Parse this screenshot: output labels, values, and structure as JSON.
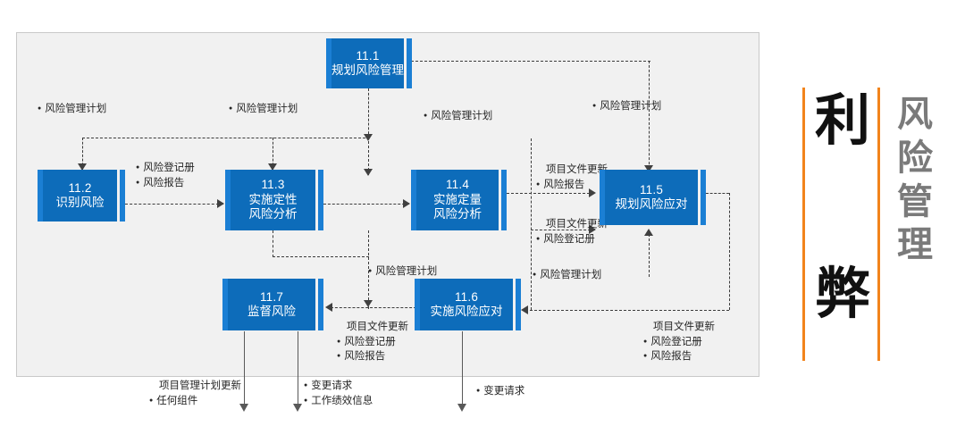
{
  "diagram": {
    "title_hidden": "",
    "boxes": [
      {
        "id": "11.1",
        "num": "11.1",
        "name": "规划风险管理"
      },
      {
        "id": "11.2",
        "num": "11.2",
        "name": "识别风险"
      },
      {
        "id": "11.3",
        "num": "11.3",
        "name": "实施定性",
        "name2": "风险分析"
      },
      {
        "id": "11.4",
        "num": "11.4",
        "name": "实施定量",
        "name2": "风险分析"
      },
      {
        "id": "11.5",
        "num": "11.5",
        "name": "规划风险应对"
      },
      {
        "id": "11.6",
        "num": "11.6",
        "name": "实施风险应对"
      },
      {
        "id": "11.7",
        "num": "11.7",
        "name": "监督风险"
      }
    ],
    "labels": {
      "plan_top_1": "风险管理计划",
      "plan_top_2": "风险管理计划",
      "plan_top_3": "风险管理计划",
      "plan_top_4": "风险管理计划",
      "register_1": "风险登记册",
      "report_1": "风险报告",
      "doc_update_1": "项目文件更新",
      "report_2": "风险报告",
      "doc_update_2": "项目文件更新",
      "register_2": "风险登记册",
      "plan_mid_1": "风险管理计划",
      "plan_mid_2": "风险管理计划",
      "doc_update_3": "项目文件更新",
      "register_3": "风险登记册",
      "report_3": "风险报告",
      "doc_update_4": "项目文件更新",
      "register_4": "风险登记册",
      "report_4": "风险报告",
      "pm_plan_update": "项目管理计划更新",
      "any_component": "任何组件",
      "change_request_1": "变更请求",
      "work_perf_info": "工作绩效信息",
      "change_request_2": "变更请求"
    }
  },
  "decoration": {
    "big_top": "利",
    "big_bottom": "弊",
    "gray_chars": [
      "风",
      "险",
      "管",
      "理"
    ],
    "accent_color": "#f2841c",
    "box_color": "#0d6cba",
    "box_edge_color": "#1b7fd4"
  }
}
